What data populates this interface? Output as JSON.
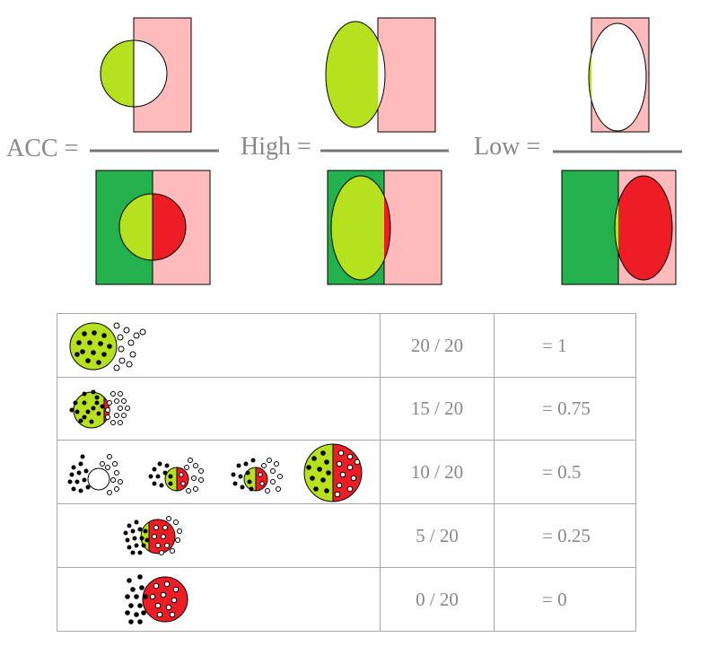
{
  "labels": {
    "acc": "ACC =",
    "high": "High =",
    "low": "Low ="
  },
  "colors": {
    "lime": "#b5e11f",
    "red": "#ee1c24",
    "pink": "#ffbbbb",
    "green": "#22b14c",
    "white": "#ffffff",
    "bar": "#777777",
    "text": "#888888"
  },
  "table": {
    "rows": [
      {
        "fraction": "20 / 20",
        "result": "= 1"
      },
      {
        "fraction": "15 / 20",
        "result": "=  0.75"
      },
      {
        "fraction": "10 / 20",
        "result": "=  0.5"
      },
      {
        "fraction": "5 / 20",
        "result": "=  0.25"
      },
      {
        "fraction": "0 / 20",
        "result": "=  0"
      }
    ]
  }
}
